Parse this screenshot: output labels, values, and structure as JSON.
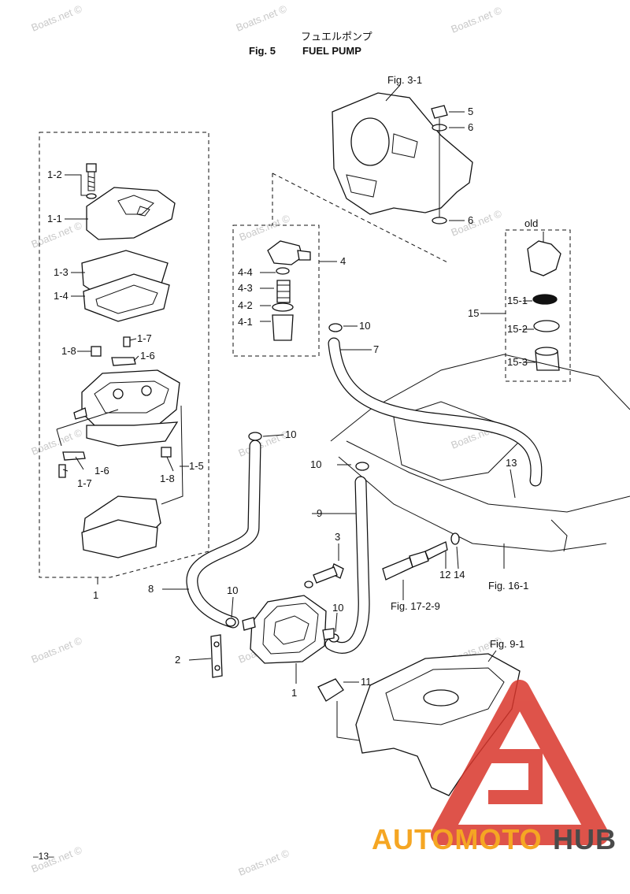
{
  "header": {
    "title_jp": "フュエルポンプ",
    "fig_label": "Fig. 5",
    "title_en": "FUEL PUMP"
  },
  "watermark": "Boats.net ©",
  "page_number": "–13–",
  "brand": {
    "part1": "AUTOMOTO",
    "part2": "HUB",
    "accent": "#f5a623",
    "dark": "#4a4a4a",
    "logo_red": "#d9362b"
  },
  "refs": {
    "fig_3_1": "Fig. 3-1",
    "fig_16_1": "Fig. 16-1",
    "fig_17_2_9": "Fig. 17-2-9",
    "fig_9_1": "Fig. 9-1",
    "old": "old"
  },
  "callouts": {
    "c1_2": "1-2",
    "c1_1": "1-1",
    "c1_3": "1-3",
    "c1_4": "1-4",
    "c1_7a": "1-7",
    "c1_8a": "1-8",
    "c1_6a": "1-6",
    "c1_6b": "1-6",
    "c1_7b": "1-7",
    "c1_8b": "1-8",
    "c1_5": "1-5",
    "c1_group": "1",
    "c4_4": "4-4",
    "c4_3": "4-3",
    "c4_2": "4-2",
    "c4_1": "4-1",
    "c4": "4",
    "c5": "5",
    "c6a": "6",
    "c6b": "6",
    "c10a": "10",
    "c7": "7",
    "c10b": "10",
    "c10c": "10",
    "c9": "9",
    "c13": "13",
    "c3": "3",
    "c12": "12",
    "c14": "14",
    "c8": "8",
    "c10d": "10",
    "c10e": "10",
    "c2": "2",
    "c1_pump": "1",
    "c11": "11",
    "c15": "15",
    "c15_1": "15-1",
    "c15_2": "15-2",
    "c15_3": "15-3"
  }
}
